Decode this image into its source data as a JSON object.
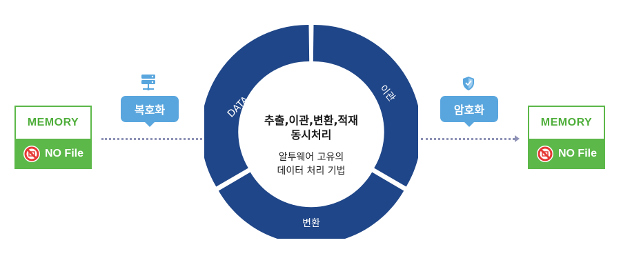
{
  "left_memory": {
    "title": "MEMORY",
    "status": "NO File",
    "status_icon": "no-entry-icon"
  },
  "right_memory": {
    "title": "MEMORY",
    "status": "NO File",
    "status_icon": "no-entry-icon"
  },
  "left_step": {
    "label": "복호화",
    "icon": "server-icon"
  },
  "right_step": {
    "label": "암호화",
    "icon": "shield-icon"
  },
  "center": {
    "title_line1": "추출,이관,변환,적재",
    "title_line2": "동시처리",
    "subtitle_line1": "알투웨어 고유의",
    "subtitle_line2": "데이터 처리 기법"
  },
  "ring_segments": {
    "data": "DATA",
    "migration": "이관",
    "transform": "변환"
  },
  "colors": {
    "green": "#5cb849",
    "bubble_blue": "#59a6de",
    "ring_navy": "#1f4688",
    "dots": "#8e92b6"
  }
}
